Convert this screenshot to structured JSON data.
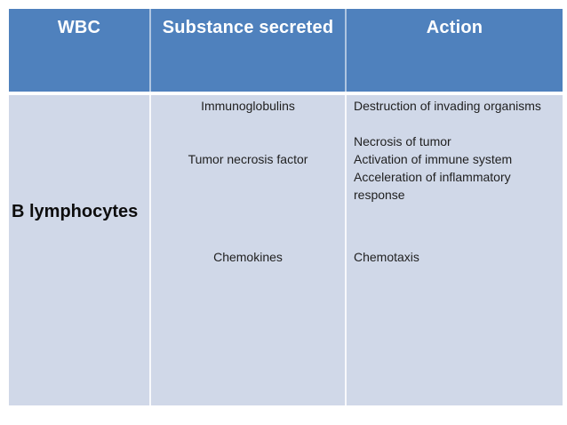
{
  "page": {
    "background": "#ffffff"
  },
  "table": {
    "header": {
      "bg": "#4F81BD",
      "text_color": "#FFFFFF",
      "columns": [
        {
          "label": "WBC"
        },
        {
          "label": "Substance secreted"
        },
        {
          "label": "Action"
        }
      ]
    },
    "body": {
      "bg": "#D0D8E8",
      "text_color": "#1f1f1f",
      "wbc_label": "B lymphocytes",
      "entries": [
        {
          "substance": "Immunoglobulins",
          "action": "Destruction of invading organisms"
        },
        {
          "substance": "Tumor necrosis factor",
          "action_lines": [
            "Necrosis of tumor",
            "Activation of immune system",
            "Acceleration of inflammatory response"
          ]
        },
        {
          "substance": "Chemokines",
          "action": "Chemotaxis"
        }
      ]
    }
  }
}
